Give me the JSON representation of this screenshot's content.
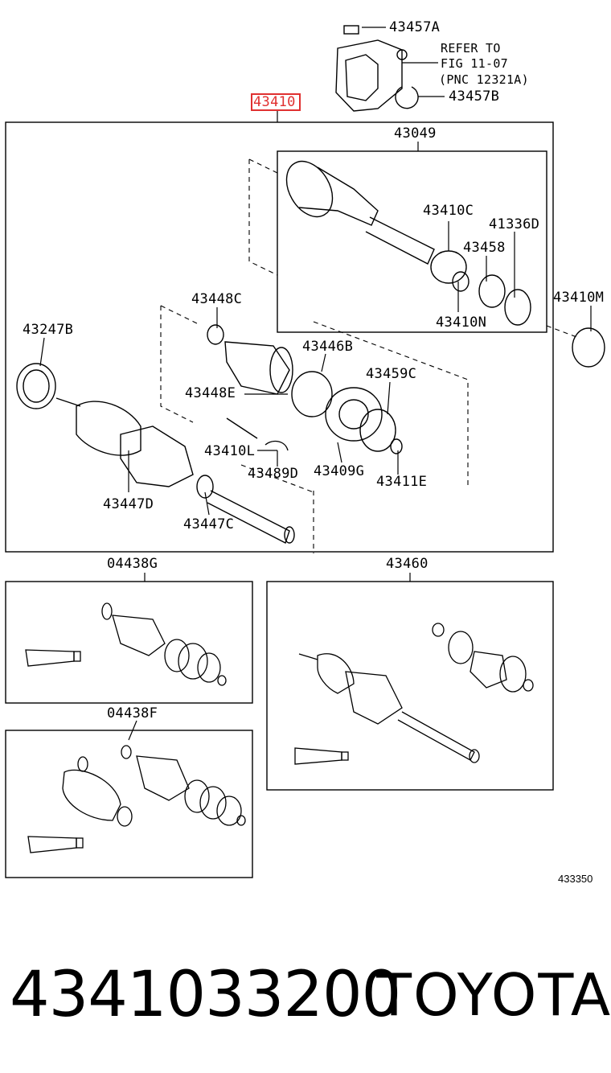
{
  "diagram": {
    "main_part_number": "43410",
    "labels": {
      "p43457A": "43457A",
      "refer1": "REFER TO",
      "refer2": "FIG 11-07",
      "refer3": "(PNC 12321A)",
      "p43457B": "43457B",
      "p43049": "43049",
      "p43410C": "43410C",
      "p41336D": "41336D",
      "p43458": "43458",
      "p43410M": "43410M",
      "p43410N": "43410N",
      "p43448C": "43448C",
      "p43247B": "43247B",
      "p43446B": "43446B",
      "p43459C": "43459C",
      "p43448E": "43448E",
      "p43410L": "43410L",
      "p43409G": "43409G",
      "p43489D": "43489D",
      "p43411E": "43411E",
      "p43447D": "43447D",
      "p43447C": "43447C",
      "p04438G": "04438G",
      "p43460": "43460",
      "p04438F": "04438F"
    },
    "figure_id": "433350"
  },
  "footer": {
    "part_code": "4341033200",
    "brand": "TOYOTA"
  },
  "colors": {
    "highlight": "#e03030",
    "ink": "#000000",
    "background": "#ffffff"
  }
}
